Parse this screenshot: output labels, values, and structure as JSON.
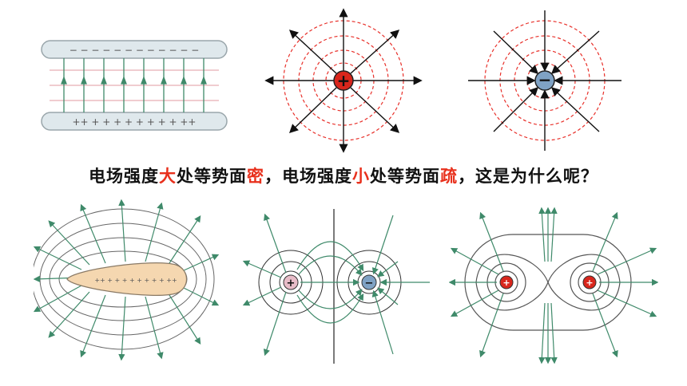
{
  "caption": {
    "part1": "电场强度",
    "hl1": "大",
    "part2": "处等势面",
    "hl2": "密",
    "part3": "，电场强度",
    "hl3": "小",
    "part4": "处等势面",
    "hl4": "疏",
    "part5": "，这是为什么呢？"
  },
  "symbols": {
    "plus": "+",
    "minus": "−",
    "plate_top_signs": "− − − − − − − − − − − −",
    "plate_bottom_signs": "++ + + + + + + + + ++"
  },
  "colors": {
    "highlight": "#e8301c",
    "equipotential_dashed": "#e8302a",
    "field_line_green": "#3f8a6a",
    "positive_charge": "#d9261c",
    "negative_charge": "#7fa2c4",
    "conductor_fill": "#f5d7b0",
    "plate_fill": "#dfe8ec"
  }
}
